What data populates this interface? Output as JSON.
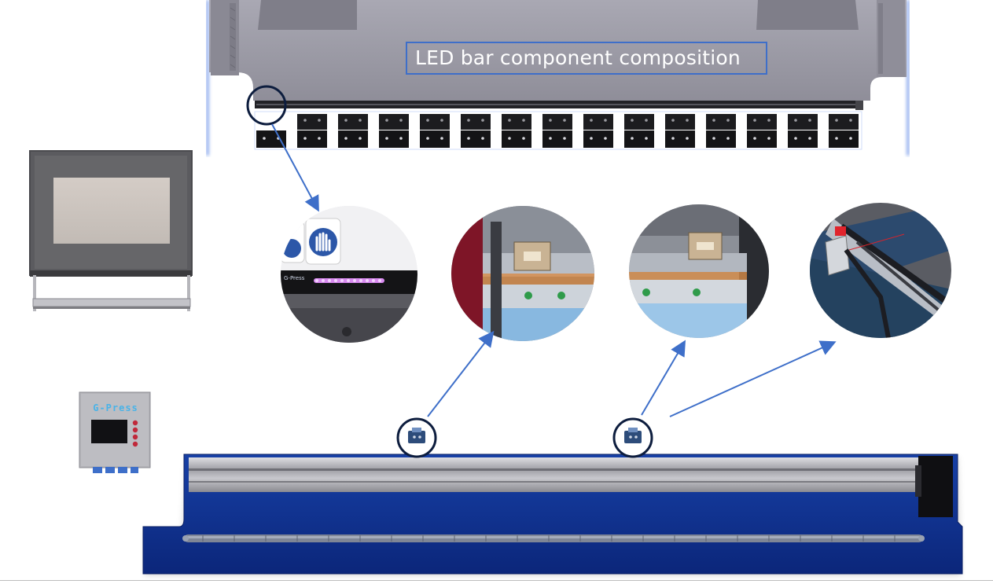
{
  "diagram": {
    "title": "LED bar component composition",
    "controller_label": "G-Press",
    "photo_1_brand": "G-Press",
    "colors": {
      "accent_blue": "#3e6fc9",
      "bar_blue": "#0d2f86",
      "press_gray": "#9c9ba6"
    }
  }
}
